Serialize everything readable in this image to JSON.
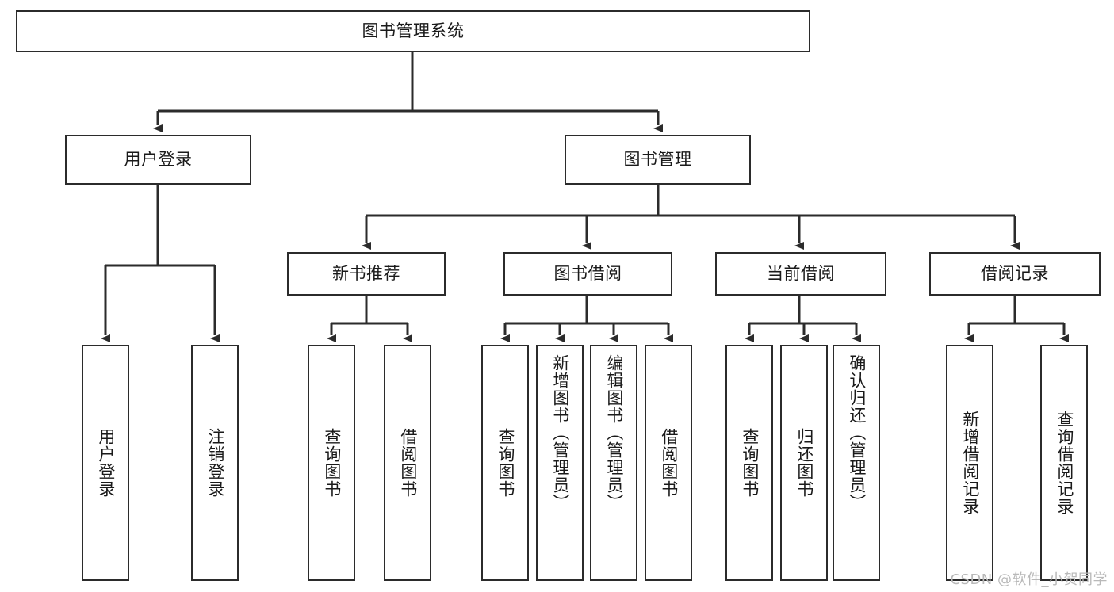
{
  "diagram": {
    "title": "图书管理系统",
    "type": "tree",
    "root": {
      "id": "root",
      "label": "图书管理系统"
    },
    "level2": [
      {
        "id": "user-login",
        "label": "用户登录"
      },
      {
        "id": "book-manage",
        "label": "图书管理"
      }
    ],
    "level3": [
      {
        "id": "new-book-recommend",
        "label": "新书推荐",
        "parent": "book-manage"
      },
      {
        "id": "book-borrow",
        "label": "图书借阅",
        "parent": "book-manage"
      },
      {
        "id": "current-borrow",
        "label": "当前借阅",
        "parent": "book-manage"
      },
      {
        "id": "borrow-record",
        "label": "借阅记录",
        "parent": "book-manage"
      }
    ],
    "leaves": [
      {
        "id": "leaf-user-login",
        "label": "用户登录",
        "parent": "user-login"
      },
      {
        "id": "leaf-logout-login",
        "label": "注销登录",
        "parent": "user-login"
      },
      {
        "id": "leaf-query-book-1",
        "label": "查询图书",
        "parent": "new-book-recommend"
      },
      {
        "id": "leaf-borrow-book-1",
        "label": "借阅图书",
        "parent": "new-book-recommend"
      },
      {
        "id": "leaf-query-book-2",
        "label": "查询图书",
        "parent": "book-borrow"
      },
      {
        "id": "leaf-add-book",
        "label": "新增图书（管理员）",
        "parent": "book-borrow"
      },
      {
        "id": "leaf-edit-book",
        "label": "编辑图书（管理员）",
        "parent": "book-borrow"
      },
      {
        "id": "leaf-borrow-book-2",
        "label": "借阅图书",
        "parent": "book-borrow"
      },
      {
        "id": "leaf-query-book-3",
        "label": "查询图书",
        "parent": "current-borrow"
      },
      {
        "id": "leaf-return-book",
        "label": "归还图书",
        "parent": "current-borrow"
      },
      {
        "id": "leaf-confirm-return",
        "label": "确认归还（管理员）",
        "parent": "current-borrow"
      },
      {
        "id": "leaf-add-record",
        "label": "新增借阅记录",
        "parent": "borrow-record"
      },
      {
        "id": "leaf-query-record",
        "label": "查询借阅记录",
        "parent": "borrow-record"
      }
    ],
    "colors": {
      "border": "#2b2b2b",
      "background": "#ffffff",
      "text": "#1a1a1a",
      "watermark": "#b9b9b9"
    }
  },
  "watermark": {
    "text": "CSDN @软件_小贺同学"
  }
}
